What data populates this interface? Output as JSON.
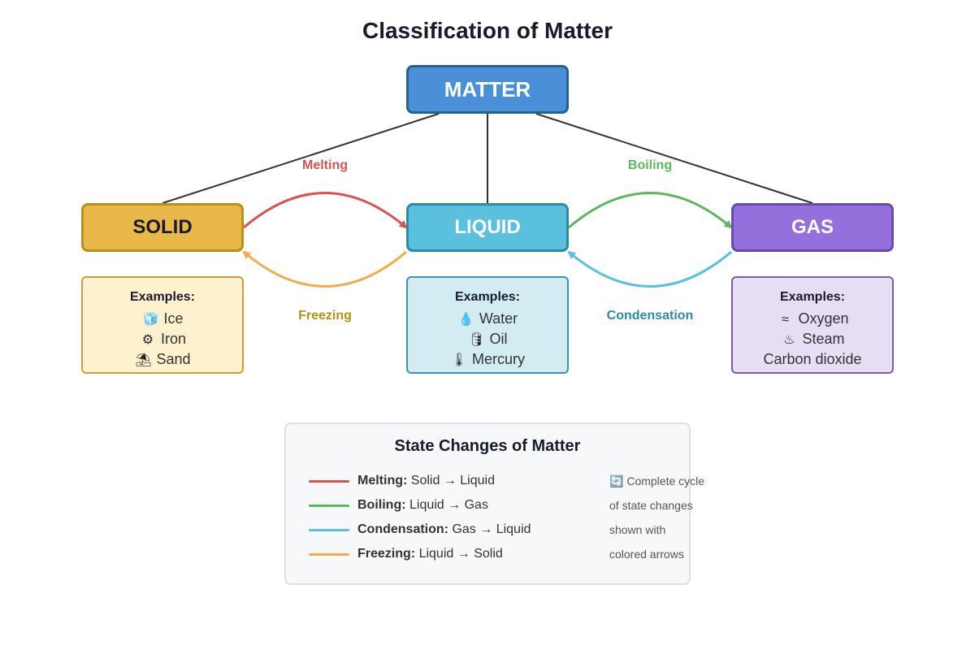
{
  "title": "Classification of Matter",
  "nodes": {
    "matter": "MATTER",
    "solid": "SOLID",
    "liquid": "LIQUID",
    "gas": "GAS"
  },
  "processes": {
    "melting": "Melting",
    "boiling": "Boiling",
    "freezing": "Freezing",
    "condensation": "Condensation"
  },
  "examples": {
    "heading": "Examples:",
    "solid": [
      {
        "icon": "ice-icon",
        "glyph": "🧊",
        "text": "Ice"
      },
      {
        "icon": "gear-icon",
        "glyph": "⚙",
        "text": "Iron"
      },
      {
        "icon": "beach-icon",
        "glyph": "⛱",
        "text": "Sand"
      }
    ],
    "liquid": [
      {
        "icon": "droplet-icon",
        "glyph": "💧",
        "text": "Water"
      },
      {
        "icon": "oil-barrel-icon",
        "glyph": "🛢",
        "text": "Oil"
      },
      {
        "icon": "thermometer-icon",
        "glyph": "🌡",
        "text": "Mercury"
      }
    ],
    "gas": [
      {
        "icon": "wind-icon",
        "glyph": "≈",
        "text": "Oxygen"
      },
      {
        "icon": "hot-springs-icon",
        "glyph": "♨",
        "text": "Steam"
      },
      {
        "icon": "",
        "glyph": "",
        "text": "Carbon dioxide"
      }
    ]
  },
  "legend": {
    "title": "State Changes of Matter",
    "arrow": "→",
    "rows": [
      {
        "name": "Melting:",
        "from": "Solid",
        "to": "Liquid",
        "color": "#d9534f"
      },
      {
        "name": "Boiling:",
        "from": "Liquid",
        "to": "Gas",
        "color": "#5cb85c"
      },
      {
        "name": "Condensation:",
        "from": "Gas",
        "to": "Liquid",
        "color": "#5bc0de"
      },
      {
        "name": "Freezing:",
        "from": "Liquid",
        "to": "Solid",
        "color": "#f0ad4e"
      }
    ],
    "note_icon": "cycle-icon",
    "note_glyph": "🔄",
    "notes": [
      "Complete cycle",
      "of state changes",
      "shown with",
      "colored arrows"
    ]
  },
  "colors": {
    "melting": "#d9534f",
    "boiling": "#5cb85c",
    "condensation": "#5bc0de",
    "freezing": "#f0ad4e",
    "tree_line": "#333333"
  }
}
